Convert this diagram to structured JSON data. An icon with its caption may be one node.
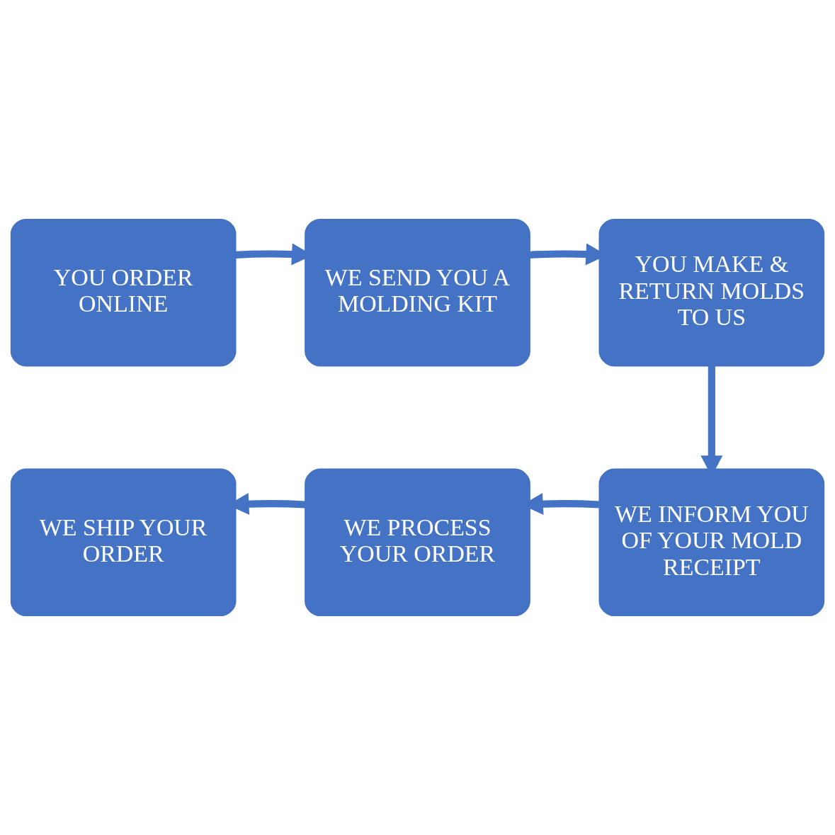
{
  "diagram": {
    "nodes": [
      {
        "text": [
          "YOU ORDER ONLINE"
        ]
      },
      {
        "text": [
          "WE SEND YOU A MOLDING KIT"
        ]
      },
      {
        "text": [
          "YOU MAKE & RETURN MOLDS TO US"
        ]
      },
      {
        "text": [
          "WE SHIP YOUR ORDER"
        ]
      },
      {
        "text": [
          "WE PROCESS YOUR ORDER"
        ]
      },
      {
        "text": [
          "WE INFORM YOU OF YOUR MOLD RECEIPT"
        ]
      }
    ],
    "edges": [
      {
        "from": 0,
        "to": 1,
        "arrow": "to"
      },
      {
        "from": 1,
        "to": 2,
        "arrow": "to"
      },
      {
        "from": 2,
        "to": 5,
        "arrow": "to"
      },
      {
        "from": 5,
        "to": 4,
        "arrow": "to"
      },
      {
        "from": 4,
        "to": 3,
        "arrow": "to"
      }
    ]
  }
}
